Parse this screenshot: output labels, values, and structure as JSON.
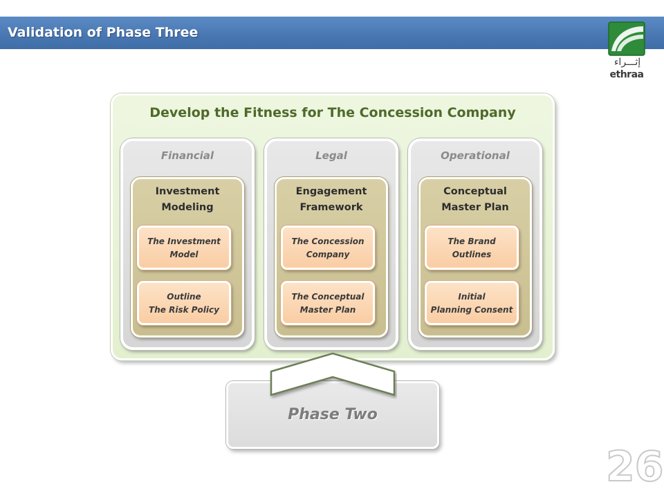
{
  "header": {
    "title": "Validation of Phase Three"
  },
  "logo": {
    "arabic": "إثـــراء",
    "latin": "ethraa"
  },
  "diagram": {
    "title": "Develop the Fitness for The Concession Company",
    "columns": [
      {
        "label": "Financial",
        "group_title_line1": "Investment",
        "group_title_line2": "Modeling",
        "items": [
          {
            "line1": "The Investment",
            "line2": "Model"
          },
          {
            "line1": "Outline",
            "line2": "The Risk Policy"
          }
        ]
      },
      {
        "label": "Legal",
        "group_title_line1": "Engagement",
        "group_title_line2": "Framework",
        "items": [
          {
            "line1": "The Concession",
            "line2": "Company"
          },
          {
            "line1": "The Conceptual",
            "line2": "Master Plan"
          }
        ]
      },
      {
        "label": "Operational",
        "group_title_line1": "Conceptual",
        "group_title_line2": "Master Plan",
        "items": [
          {
            "line1": "The Brand",
            "line2": "Outlines"
          },
          {
            "line1": "Initial",
            "line2": "Planning Consent"
          }
        ]
      }
    ],
    "phase_label": "Phase Two"
  },
  "page_number": "26",
  "colors": {
    "header_blue": "#4a78b3",
    "panel_green": "#e3f0cf",
    "title_green": "#4e6a2a",
    "group_tan": "#c9be8f",
    "item_peach": "#f9cda4",
    "logo_green": "#2e8b3a"
  }
}
